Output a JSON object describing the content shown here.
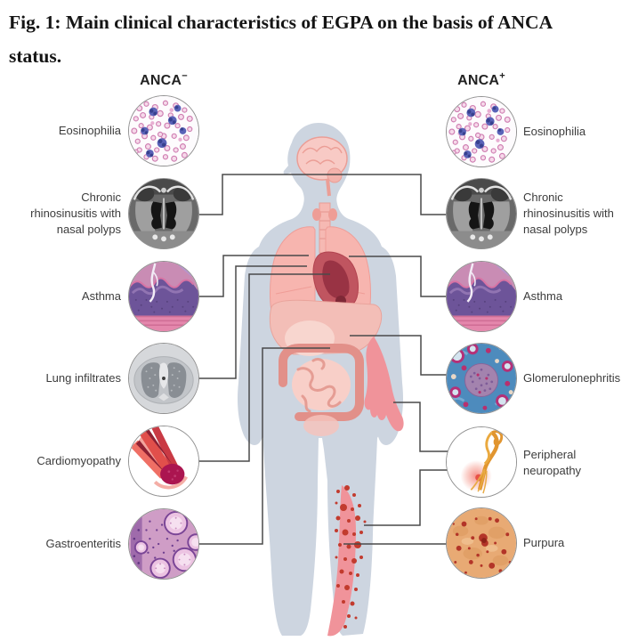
{
  "colors": {
    "background": "#ffffff",
    "title_text": "#141414",
    "label_text": "#3c3c3c",
    "connector_line": "#4a4a4a",
    "body_silhouette": "#cdd5e0",
    "organ_pink": "#f6b6b0",
    "heart_red": "#c05560",
    "rash_pink": "#f0939a",
    "purpura_dot_red": "#c23b2e"
  },
  "figure": {
    "title": "Fig. 1: Main clinical characteristics of EGPA on the basis of ANCA\nstatus.",
    "body_illustration": "human-body-with-organs-and-skin-lesions",
    "columns": {
      "left": {
        "header_base": "ANCA",
        "header_sign": "−",
        "items": [
          {
            "label": "Eosinophilia",
            "icon": "blood-smear-eosinophils"
          },
          {
            "label": "Chronic\nrhinosinusitis with\nnasal polyps",
            "icon": "sinus-ct-scan"
          },
          {
            "label": "Asthma",
            "icon": "airway-histology"
          },
          {
            "label": "Lung infiltrates",
            "icon": "chest-ct-scan"
          },
          {
            "label": "Cardiomyopathy",
            "icon": "heart-apex-illustration"
          },
          {
            "label": "Gastroenteritis",
            "icon": "gut-mucosa-histology"
          }
        ]
      },
      "right": {
        "header_base": "ANCA",
        "header_sign": "+",
        "items": [
          {
            "label": "Eosinophilia",
            "icon": "blood-smear-eosinophils"
          },
          {
            "label": "Chronic\nrhinosinusitis with\nnasal polyps",
            "icon": "sinus-ct-scan"
          },
          {
            "label": "Asthma",
            "icon": "airway-histology"
          },
          {
            "label": "Glomerulonephritis",
            "icon": "glomerulus-histology"
          },
          {
            "label": "Peripheral\nneuropathy",
            "icon": "nerve-illustration"
          },
          {
            "label": "Purpura",
            "icon": "skin-purpura-photo"
          }
        ]
      }
    }
  }
}
